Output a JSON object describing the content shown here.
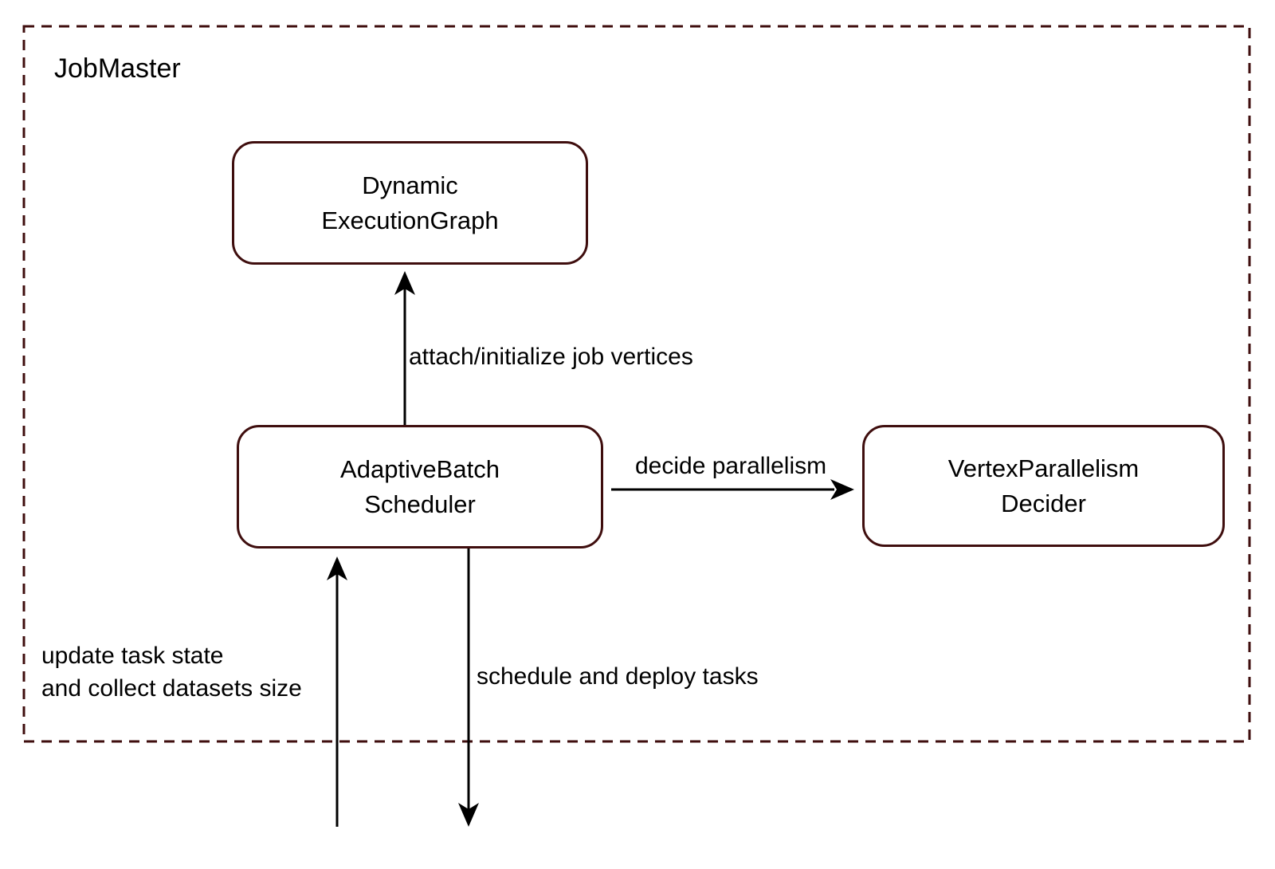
{
  "diagram": {
    "container": {
      "label": "JobMaster"
    },
    "nodes": {
      "dynamic_execution_graph": {
        "line1": "Dynamic",
        "line2": "ExecutionGraph"
      },
      "adaptive_batch_scheduler": {
        "line1": "AdaptiveBatch",
        "line2": "Scheduler"
      },
      "vertex_parallelism_decider": {
        "line1": "VertexParallelism",
        "line2": "Decider"
      }
    },
    "edges": {
      "attach_initialize": {
        "label": "attach/initialize job vertices"
      },
      "decide_parallelism": {
        "label": "decide parallelism"
      },
      "update_task_state": {
        "line1": "update task state",
        "line2": "and collect datasets size"
      },
      "schedule_deploy": {
        "label": "schedule and deploy tasks"
      }
    },
    "colors": {
      "border": "#3F0E0E",
      "arrow": "#000000",
      "text": "#000000",
      "background": "#FFFFFF"
    }
  }
}
